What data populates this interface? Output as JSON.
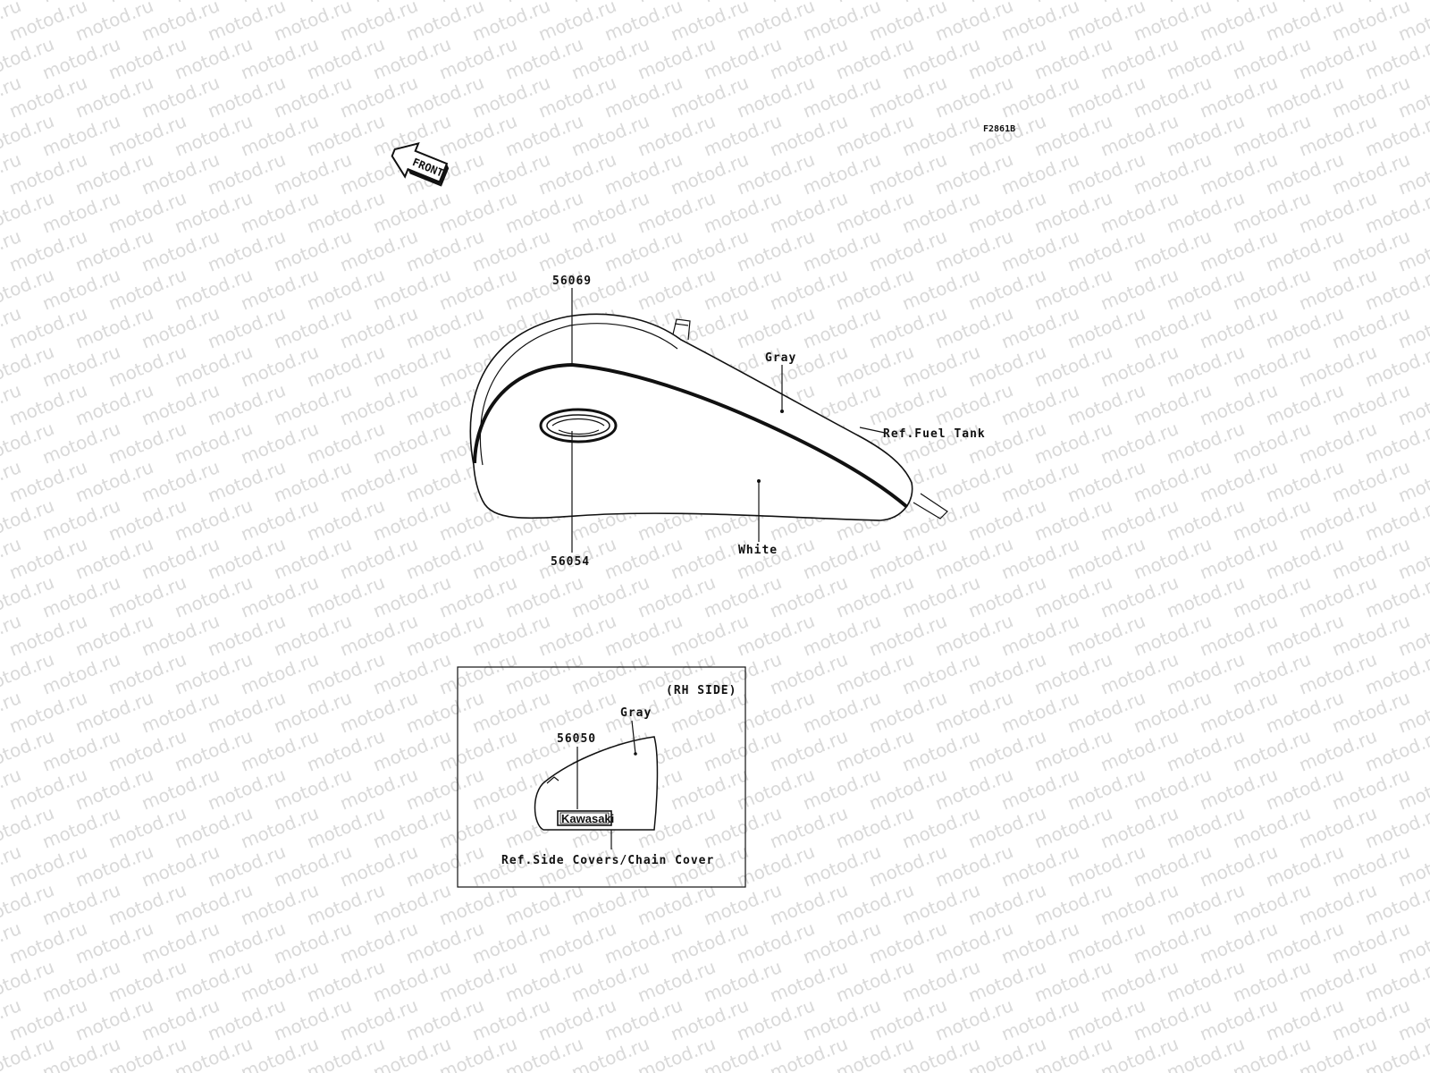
{
  "watermark": "motod.ru",
  "figure_code": "F2861B",
  "front_arrow_label": "FRONT",
  "tank": {
    "part_stripe": "56069",
    "part_emblem": "56054",
    "color_upper": "Gray",
    "color_lower": "White",
    "ref_label": "Ref.Fuel Tank"
  },
  "inset": {
    "title": "(RH SIDE)",
    "color": "Gray",
    "part_number": "56050",
    "logo_text": "Kawasaki",
    "ref_label": "Ref.Side Covers/Chain Cover"
  }
}
